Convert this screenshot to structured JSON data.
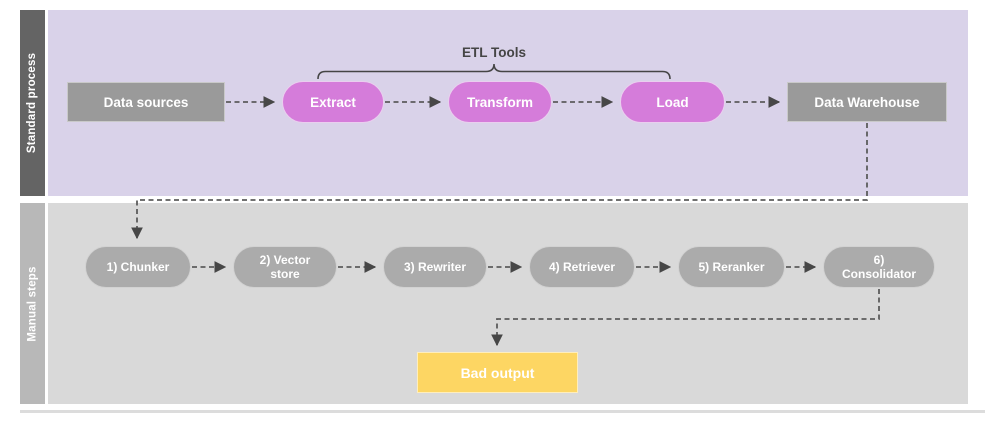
{
  "diagram": {
    "lanes": {
      "standard": {
        "label": "Standard process"
      },
      "manual": {
        "label": "Manual steps"
      }
    },
    "annotation": {
      "etl_tools": "ETL Tools"
    },
    "standard_nodes": {
      "data_sources": {
        "label": "Data sources",
        "shape": "rectangle"
      },
      "extract": {
        "label": "Extract",
        "shape": "pill"
      },
      "transform": {
        "label": "Transform",
        "shape": "pill"
      },
      "load": {
        "label": "Load",
        "shape": "pill"
      },
      "data_warehouse": {
        "label": "Data Warehouse",
        "shape": "rectangle"
      }
    },
    "manual_nodes": {
      "chunker": {
        "label": "1) Chunker"
      },
      "vector_store": {
        "label": "2) Vector store"
      },
      "rewriter": {
        "label": "3) Rewriter"
      },
      "retriever": {
        "label": "4) Retriever"
      },
      "reranker": {
        "label": "5) Reranker"
      },
      "consolidator": {
        "label": "6) Consolidator"
      }
    },
    "result_node": {
      "label": "Bad output"
    },
    "colors": {
      "standard_lane_bg": "#d9d2e9",
      "standard_lane_bar": "#646464",
      "manual_lane_bg": "#d9d9d9",
      "manual_lane_bar": "#b8b8b8",
      "etl_pill": "#d57cda",
      "gray_node": "#9a9a9a",
      "gray_pill": "#ababab",
      "result_box": "#fdd663",
      "connector": "#5c5c5c"
    }
  }
}
